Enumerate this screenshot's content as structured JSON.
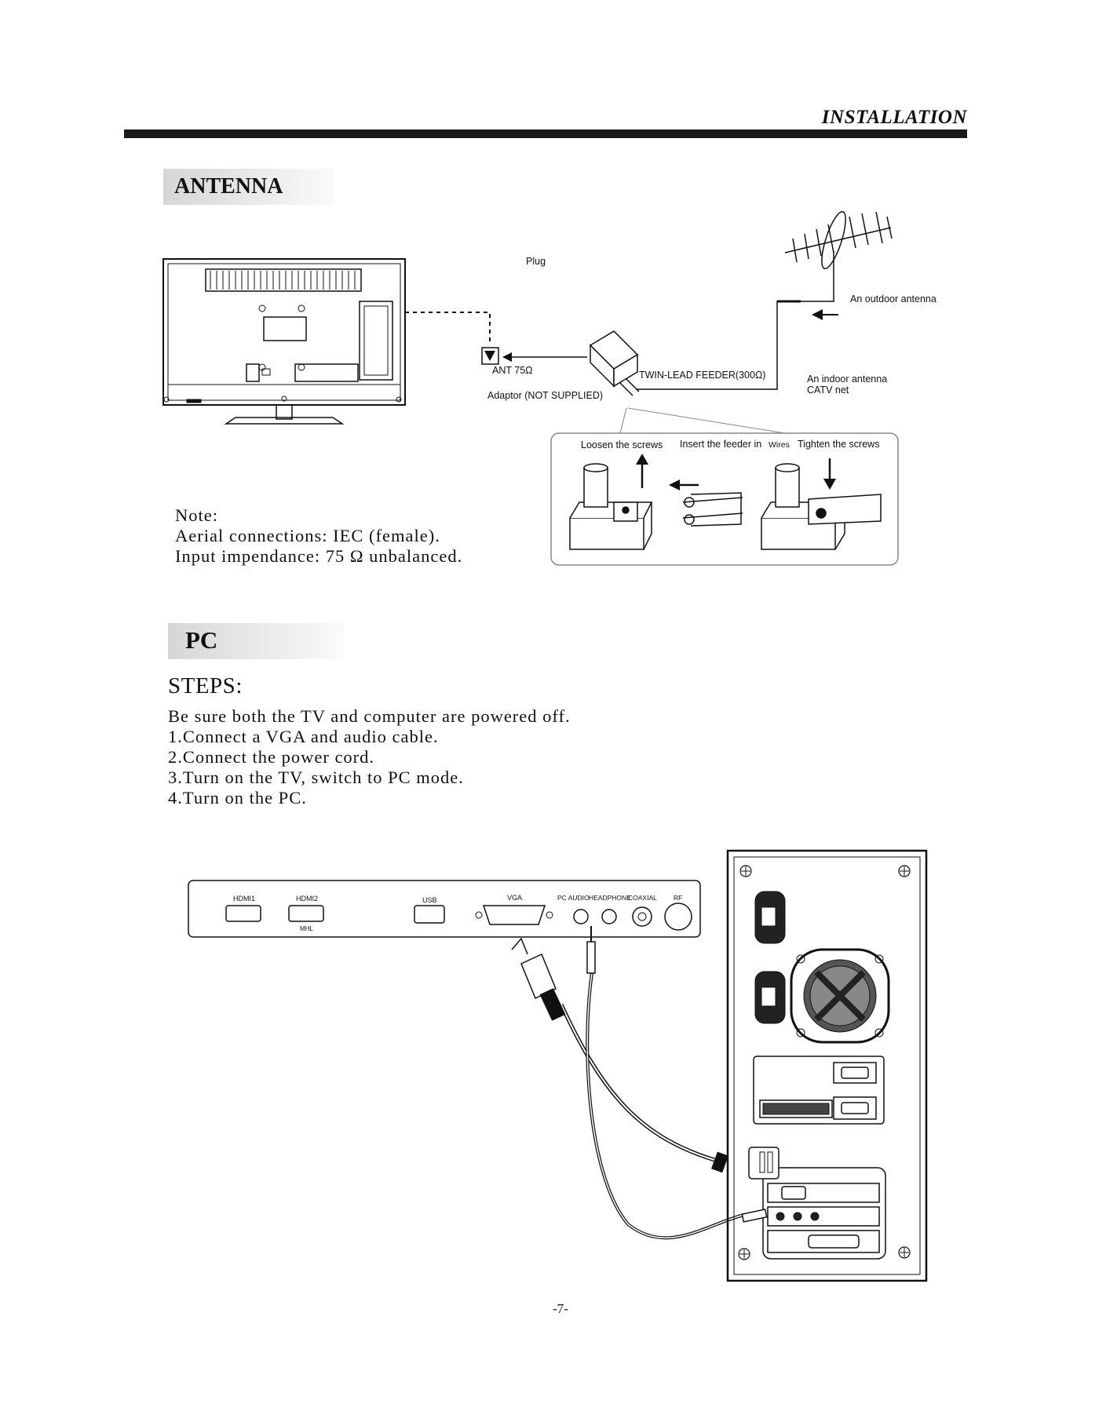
{
  "header": {
    "title": "INSTALLATION"
  },
  "antenna_section": {
    "title": "ANTENNA",
    "labels": {
      "plug": "Plug",
      "outdoor_antenna": "An outdoor antenna",
      "ant": "ANT 75Ω",
      "twin_lead": "TWIN-LEAD FEEDER(300Ω)",
      "indoor_antenna": "An indoor antenna",
      "catv": "CATV net",
      "adaptor": "Adaptor  (NOT SUPPLIED)",
      "loosen": "Loosen the screws",
      "insert": "Insert the feeder in",
      "wires": "Wires",
      "tighten": "Tighten the screws"
    },
    "note": {
      "heading": "Note:",
      "line1": "Aerial connections: IEC (female).",
      "line2": "Input impendance: 75 Ω unbalanced."
    }
  },
  "pc_section": {
    "title": "PC",
    "steps_heading": "STEPS:",
    "steps": [
      "Be sure both the TV and computer are powered off.",
      "1.Connect a VGA and audio cable.",
      "2.Connect the power cord.",
      "3.Turn on the TV, switch  to PC mode.",
      "4.Turn on the PC."
    ],
    "ports": {
      "hdmi1": "HDMI1",
      "hdmi2": "HDMI2",
      "mhl": "MHL",
      "usb": "USB",
      "vga": "VGA",
      "pc_audio": "PC AUDIO",
      "headphone": "HEADPHONE",
      "coaxial": "COAXIAL",
      "rf": "RF"
    }
  },
  "footer": {
    "page_number": "-7-"
  }
}
